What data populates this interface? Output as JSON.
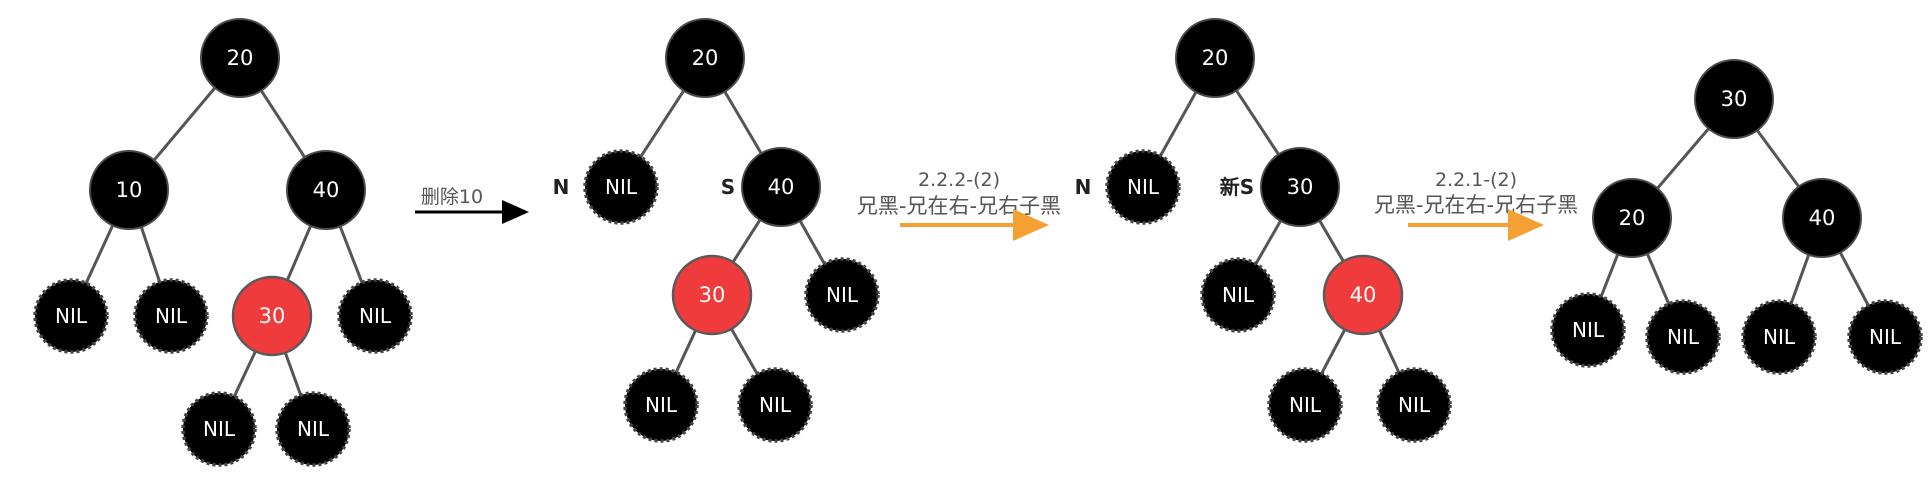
{
  "colors": {
    "black_node": "#000000",
    "red_node": "#ef3b3b",
    "edge": "#555555",
    "arrow_black": "#000000",
    "arrow_orange": "#f5a033",
    "node_text": "#ffffff"
  },
  "trees": [
    {
      "id": "t1",
      "nodes": [
        {
          "id": "t1n20",
          "label": "20",
          "kind": "black"
        },
        {
          "id": "t1n10",
          "label": "10",
          "kind": "black"
        },
        {
          "id": "t1n40",
          "label": "40",
          "kind": "black"
        },
        {
          "id": "t1nilA",
          "label": "NIL",
          "kind": "nil"
        },
        {
          "id": "t1nilB",
          "label": "NIL",
          "kind": "nil"
        },
        {
          "id": "t1n30",
          "label": "30",
          "kind": "red"
        },
        {
          "id": "t1nilC",
          "label": "NIL",
          "kind": "nil"
        },
        {
          "id": "t1nilD",
          "label": "NIL",
          "kind": "nil"
        },
        {
          "id": "t1nilE",
          "label": "NIL",
          "kind": "nil"
        }
      ],
      "edges": [
        [
          "t1n20",
          "t1n10"
        ],
        [
          "t1n20",
          "t1n40"
        ],
        [
          "t1n10",
          "t1nilA"
        ],
        [
          "t1n10",
          "t1nilB"
        ],
        [
          "t1n40",
          "t1n30"
        ],
        [
          "t1n40",
          "t1nilC"
        ],
        [
          "t1n30",
          "t1nilD"
        ],
        [
          "t1n30",
          "t1nilE"
        ]
      ]
    },
    {
      "id": "t2",
      "nodes": [
        {
          "id": "t2n20",
          "label": "20",
          "kind": "black"
        },
        {
          "id": "t2nilN",
          "label": "NIL",
          "kind": "nil",
          "tag": "N"
        },
        {
          "id": "t2n40",
          "label": "40",
          "kind": "black",
          "tag": "S"
        },
        {
          "id": "t2n30",
          "label": "30",
          "kind": "red"
        },
        {
          "id": "t2nilA",
          "label": "NIL",
          "kind": "nil"
        },
        {
          "id": "t2nilB",
          "label": "NIL",
          "kind": "nil"
        },
        {
          "id": "t2nilC",
          "label": "NIL",
          "kind": "nil"
        }
      ],
      "edges": [
        [
          "t2n20",
          "t2nilN"
        ],
        [
          "t2n20",
          "t2n40"
        ],
        [
          "t2n40",
          "t2n30"
        ],
        [
          "t2n40",
          "t2nilA"
        ],
        [
          "t2n30",
          "t2nilB"
        ],
        [
          "t2n30",
          "t2nilC"
        ]
      ]
    },
    {
      "id": "t3",
      "nodes": [
        {
          "id": "t3n20",
          "label": "20",
          "kind": "black"
        },
        {
          "id": "t3nilN",
          "label": "NIL",
          "kind": "nil",
          "tag": "N"
        },
        {
          "id": "t3n30",
          "label": "30",
          "kind": "black",
          "tag": "新S"
        },
        {
          "id": "t3nilA",
          "label": "NIL",
          "kind": "nil"
        },
        {
          "id": "t3n40",
          "label": "40",
          "kind": "red"
        },
        {
          "id": "t3nilB",
          "label": "NIL",
          "kind": "nil"
        },
        {
          "id": "t3nilC",
          "label": "NIL",
          "kind": "nil"
        }
      ],
      "edges": [
        [
          "t3n20",
          "t3nilN"
        ],
        [
          "t3n20",
          "t3n30"
        ],
        [
          "t3n30",
          "t3nilA"
        ],
        [
          "t3n30",
          "t3n40"
        ],
        [
          "t3n40",
          "t3nilB"
        ],
        [
          "t3n40",
          "t3nilC"
        ]
      ]
    },
    {
      "id": "t4",
      "nodes": [
        {
          "id": "t4n30",
          "label": "30",
          "kind": "black"
        },
        {
          "id": "t4n20",
          "label": "20",
          "kind": "black"
        },
        {
          "id": "t4n40",
          "label": "40",
          "kind": "black"
        },
        {
          "id": "t4nilA",
          "label": "NIL",
          "kind": "nil"
        },
        {
          "id": "t4nilB",
          "label": "NIL",
          "kind": "nil"
        },
        {
          "id": "t4nilC",
          "label": "NIL",
          "kind": "nil"
        },
        {
          "id": "t4nilD",
          "label": "NIL",
          "kind": "nil"
        }
      ],
      "edges": [
        [
          "t4n30",
          "t4n20"
        ],
        [
          "t4n30",
          "t4n40"
        ],
        [
          "t4n20",
          "t4nilA"
        ],
        [
          "t4n20",
          "t4nilB"
        ],
        [
          "t4n40",
          "t4nilC"
        ],
        [
          "t4n40",
          "t4nilD"
        ]
      ]
    }
  ],
  "steps": [
    {
      "id": "s1",
      "lines": [
        "删除10"
      ],
      "arrow": "black"
    },
    {
      "id": "s2",
      "lines": [
        "2.2.2-(2)",
        "兄黑-兄在右-兄右子黑"
      ],
      "arrow": "orange"
    },
    {
      "id": "s3",
      "lines": [
        "2.2.1-(2)",
        "兄黑-兄在右-兄右子黑"
      ],
      "arrow": "orange"
    }
  ]
}
